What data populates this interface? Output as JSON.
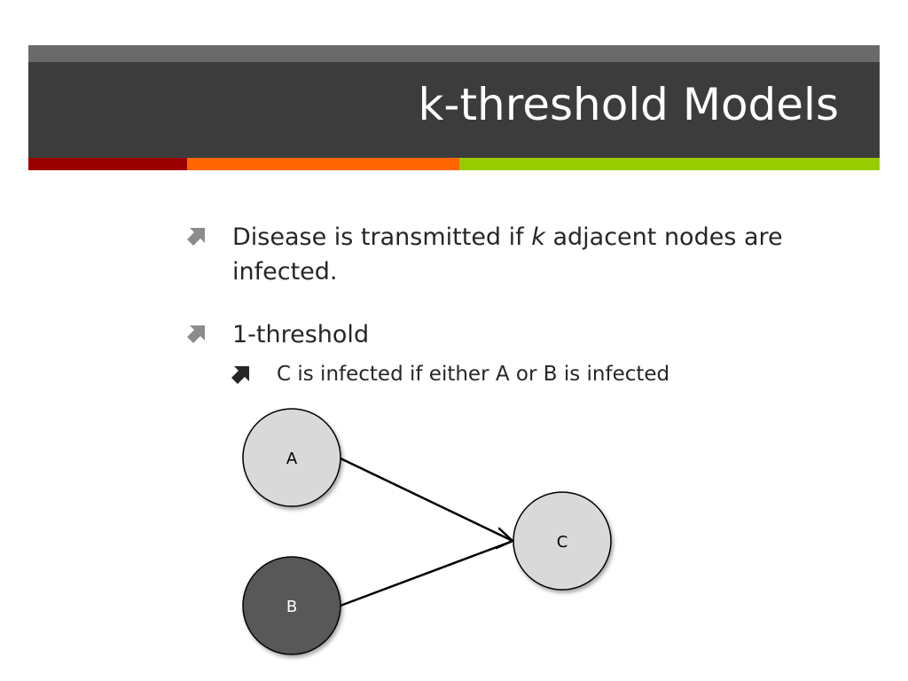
{
  "slide": {
    "title": "k-threshold Models",
    "colors": {
      "title_bg": "#3c3c3c",
      "title_strip": "#6a6a6a",
      "strip_red": "#9b0000",
      "strip_orange": "#ff6600",
      "strip_green": "#99cc00",
      "bullet_arrow": "#8c8c8c"
    },
    "bullets": [
      {
        "pre": "Disease is transmitted if ",
        "em": "k",
        "post": " adjacent nodes are infected."
      },
      {
        "text": "1-threshold"
      }
    ],
    "sub_bullets": [
      {
        "text": "C is infected if either A or B is infected"
      }
    ]
  },
  "diagram": {
    "nodes": [
      {
        "id": "A",
        "label": "A",
        "fill": "#d9d9d9"
      },
      {
        "id": "B",
        "label": "B",
        "fill": "#595959"
      },
      {
        "id": "C",
        "label": "C",
        "fill": "#d9d9d9"
      }
    ],
    "edges": [
      {
        "from": "A",
        "to": "C"
      },
      {
        "from": "B",
        "to": "C"
      }
    ]
  }
}
